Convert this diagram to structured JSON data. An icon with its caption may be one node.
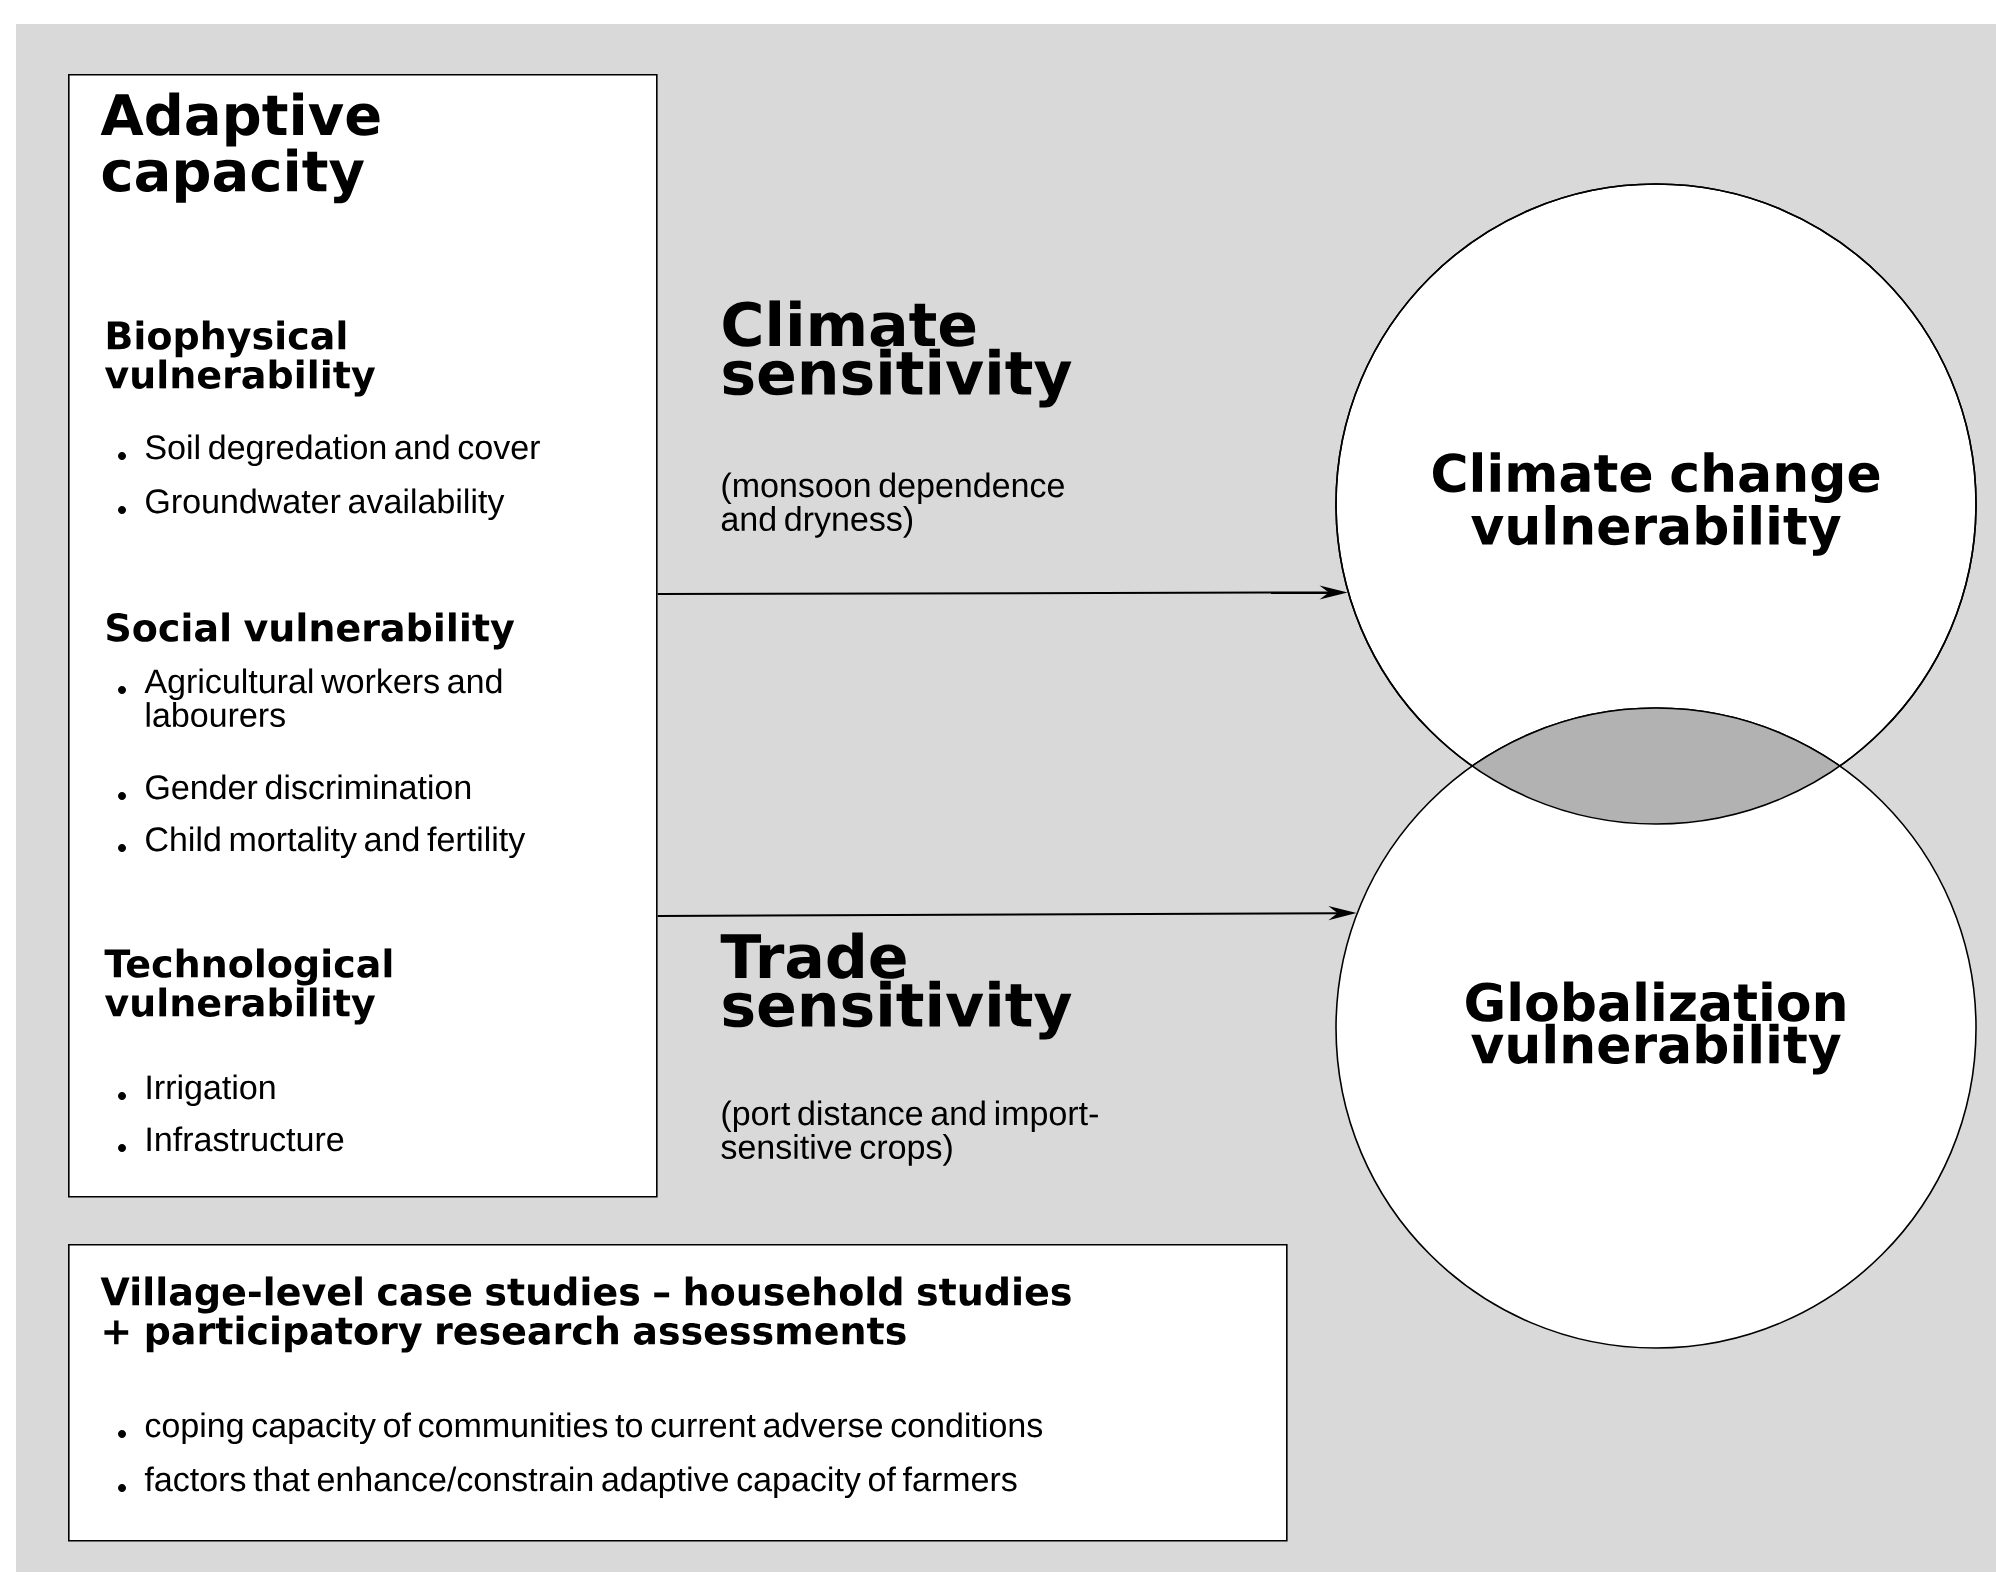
{
  "diagram": {
    "nodes": [
      {
        "text": [
          "Adaptive capacity",
          "Biophysical vulnerability",
          "Soil degredation and cover",
          "Groundwater availability",
          "Social vulnerability",
          "Agricultural workers and labourers",
          "Gender discrimination",
          "Child mortality and fertility",
          "Technological vulnerability",
          "Irrigation",
          "Infrastructure"
        ]
      },
      {
        "text": [
          "Climate change vulnerability"
        ]
      },
      {
        "text": [
          "Globalization vulnerability"
        ]
      },
      {
        "text": [
          "Village-level case studies – household studies + participatory research assessments",
          "coping capacity of communities to current adverse conditions",
          "factors that enhance/constrain adaptive capacity of farmers"
        ]
      }
    ],
    "edges": [
      {
        "from": 0,
        "to": 1,
        "arrow": "to",
        "label": "Climate sensitivity"
      },
      {
        "from": 0,
        "to": 2,
        "arrow": "to",
        "label": "Trade sensitivity"
      }
    ],
    "labels": [
      "(monsoon dependence and dryness)",
      "(port distance and import-sensitive crops)"
    ]
  }
}
